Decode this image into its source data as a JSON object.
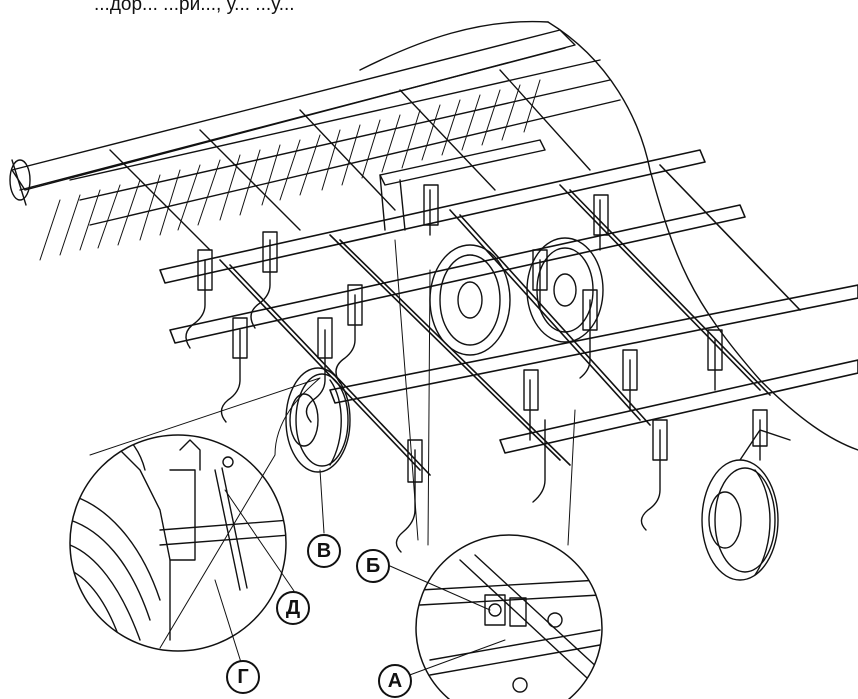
{
  "caption": "...дор... ...ри..., у... ...у...",
  "callouts": {
    "a": "А",
    "b": "Б",
    "v": "В",
    "g": "Г",
    "d": "Д"
  }
}
